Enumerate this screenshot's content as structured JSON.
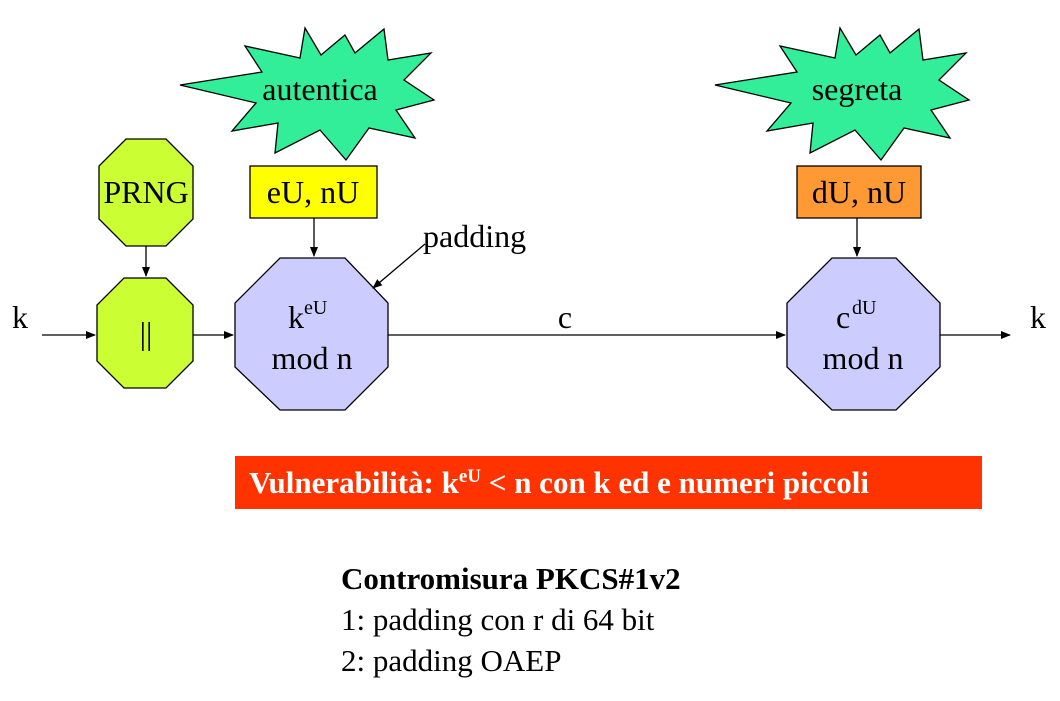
{
  "diagram": {
    "input_label": "k",
    "output_label": "k",
    "channel_label": "c",
    "padding_label": "padding",
    "stars": {
      "authentic": "autentica",
      "secret": "segreta"
    },
    "prng": "PRNG",
    "concat_symbol": "||",
    "public_key": "eU, nU",
    "private_key": "dU, nU",
    "encrypt": {
      "base": "k",
      "exponent": "eU",
      "mod": "mod n"
    },
    "decrypt": {
      "base": "c",
      "exponent": "dU",
      "mod": "mod n"
    }
  },
  "vulnerability": {
    "prefix": "Vulnerabilità: k",
    "exponent": "eU",
    "suffix": " < n con k ed e numeri piccoli"
  },
  "countermeasure": {
    "title": "Contromisura PKCS#1v2",
    "items": [
      "1: padding con r di 64 bit",
      "2: padding OAEP"
    ]
  },
  "colors": {
    "star": "#33ee99",
    "prng": "#ccff33",
    "public_key": "#ffff00",
    "private_key": "#ff9933",
    "octagon": "#ccccff",
    "banner": "#ff3300"
  }
}
